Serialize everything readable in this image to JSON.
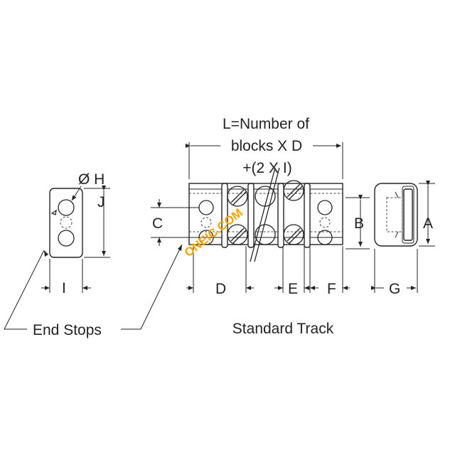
{
  "labels": {
    "diameter_h": "Ø H",
    "j": "J",
    "i": "I",
    "end_stops": "End Stops",
    "length_line1": "L=Number of",
    "length_line2": "blocks X D",
    "length_line3": "+(2 X I)",
    "c": "C",
    "d": "D",
    "e": "E",
    "f": "F",
    "b": "B",
    "g": "G",
    "a": "A",
    "standard_track": "Standard Track"
  },
  "watermark": "ONEIC.COM",
  "colors": {
    "line": "#222222",
    "watermark": "#f5a400"
  }
}
